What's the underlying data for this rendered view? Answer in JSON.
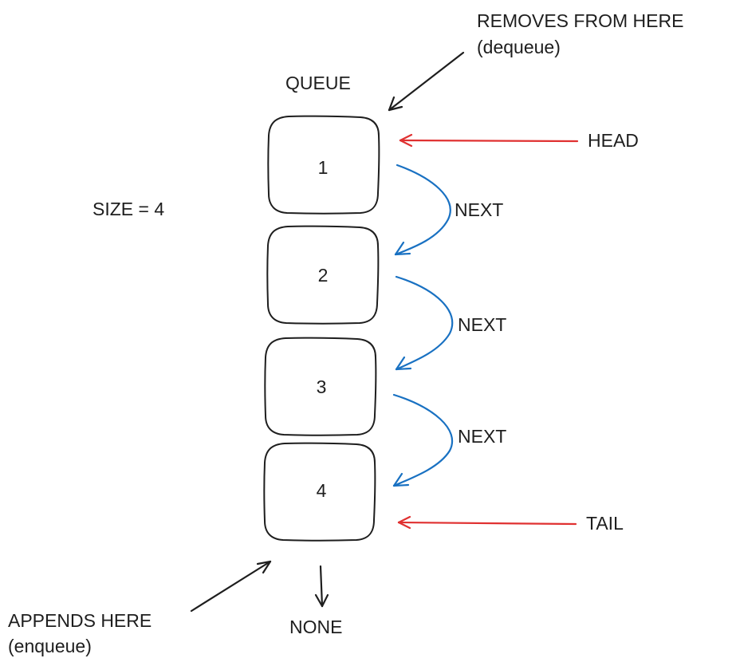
{
  "diagram": {
    "title": "QUEUE",
    "size_label": "SIZE = 4",
    "nodes": [
      {
        "label": "1"
      },
      {
        "label": "2"
      },
      {
        "label": "3"
      },
      {
        "label": "4"
      }
    ],
    "next_label": "NEXT",
    "head_label": "HEAD",
    "tail_label": "TAIL",
    "none_label": "NONE",
    "remove_label_line1": "REMOVES FROM HERE",
    "remove_label_line2": "(dequeue)",
    "append_label_line1": "APPENDS HERE",
    "append_label_line2": "(enqueue)"
  },
  "colors": {
    "ink": "#1e1e1e",
    "pointer_red": "#e03131",
    "link_blue": "#1971c2"
  }
}
